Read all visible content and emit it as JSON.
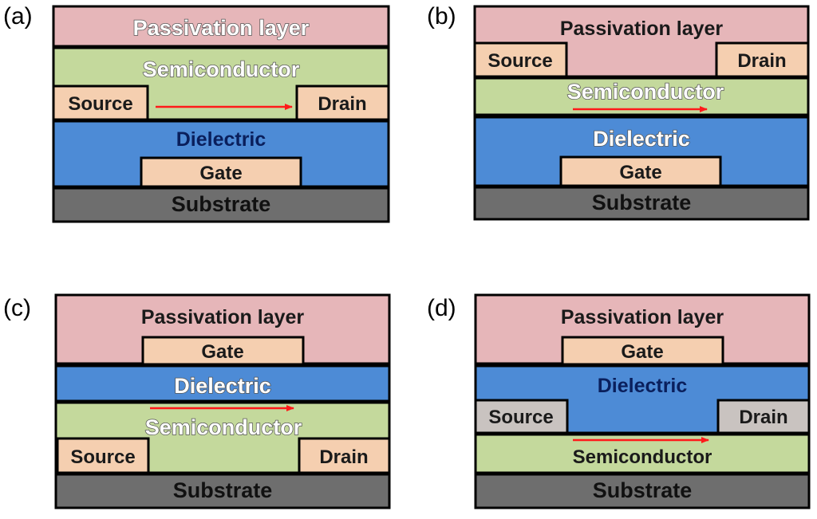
{
  "colors": {
    "passivation": "#e6b6b9",
    "semiconductor": "#c4d99c",
    "contact": "#f5cfb0",
    "contact_gray": "#c9c3c0",
    "dielectric": "#4d8bd6",
    "substrate": "#6e6e6e",
    "arrow": "#ff1a1a",
    "border": "#000000"
  },
  "panels": {
    "a": {
      "tag": "(a)",
      "passivation": "Passivation layer",
      "semiconductor": "Semiconductor",
      "source": "Source",
      "drain": "Drain",
      "dielectric": "Dielectric",
      "gate": "Gate",
      "substrate": "Substrate"
    },
    "b": {
      "tag": "(b)",
      "passivation": "Passivation layer",
      "source": "Source",
      "drain": "Drain",
      "semiconductor": "Semiconductor",
      "dielectric": "Dielectric",
      "gate": "Gate",
      "substrate": "Substrate"
    },
    "c": {
      "tag": "(c)",
      "passivation": "Passivation layer",
      "gate": "Gate",
      "dielectric": "Dielectric",
      "semiconductor": "Semiconductor",
      "source": "Source",
      "drain": "Drain",
      "substrate": "Substrate"
    },
    "d": {
      "tag": "(d)",
      "passivation": "Passivation layer",
      "gate": "Gate",
      "dielectric": "Dielectric",
      "source": "Source",
      "drain": "Drain",
      "semiconductor": "Semiconductor",
      "substrate": "Substrate"
    }
  }
}
